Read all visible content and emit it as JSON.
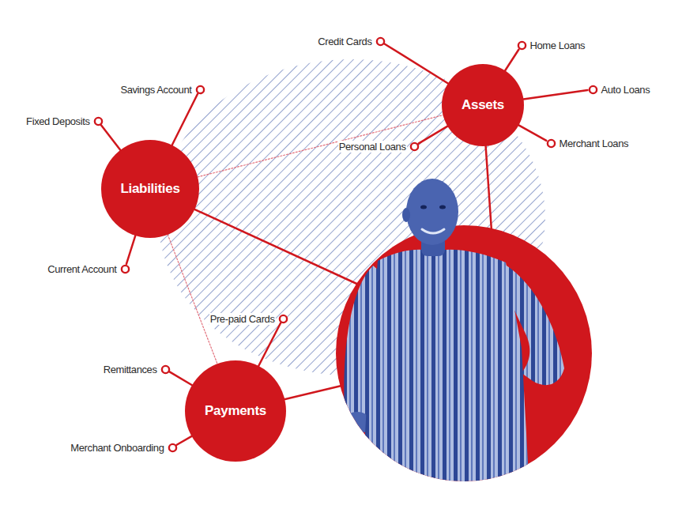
{
  "diagram": {
    "nodes": [
      {
        "text": [
          "Credit Cards"
        ]
      },
      {
        "text": [
          "Home Loans"
        ]
      },
      {
        "text": [
          "Savings Account"
        ]
      },
      {
        "text": [
          "Auto Loans"
        ]
      },
      {
        "text": [
          "Assets"
        ]
      },
      {
        "text": [
          "Fixed Deposits"
        ]
      },
      {
        "text": [
          "Personal Loans"
        ]
      },
      {
        "text": [
          "Merchant Loans"
        ]
      },
      {
        "text": [
          "Liabilities"
        ]
      },
      {
        "text": [
          "Current Account"
        ]
      },
      {
        "text": [
          "Pre-paid Cards"
        ]
      },
      {
        "text": [
          "Remittances"
        ]
      },
      {
        "text": [
          "Payments"
        ]
      },
      {
        "text": [
          "Merchant Onboarding"
        ]
      }
    ],
    "edges": [
      {
        "from": 4,
        "to": 0,
        "arrow": "none"
      },
      {
        "from": 4,
        "to": 1,
        "arrow": "none"
      },
      {
        "from": 4,
        "to": 3,
        "arrow": "none"
      },
      {
        "from": 4,
        "to": 6,
        "arrow": "none"
      },
      {
        "from": 4,
        "to": 7,
        "arrow": "none"
      },
      {
        "from": 8,
        "to": 2,
        "arrow": "none"
      },
      {
        "from": 8,
        "to": 5,
        "arrow": "none"
      },
      {
        "from": 8,
        "to": 9,
        "arrow": "none"
      },
      {
        "from": 12,
        "to": 10,
        "arrow": "none"
      },
      {
        "from": 12,
        "to": 11,
        "arrow": "none"
      },
      {
        "from": 12,
        "to": 13,
        "arrow": "none"
      },
      {
        "from": 8,
        "to": 4,
        "arrow": "none"
      },
      {
        "from": 8,
        "to": 12,
        "arrow": "none"
      }
    ]
  }
}
